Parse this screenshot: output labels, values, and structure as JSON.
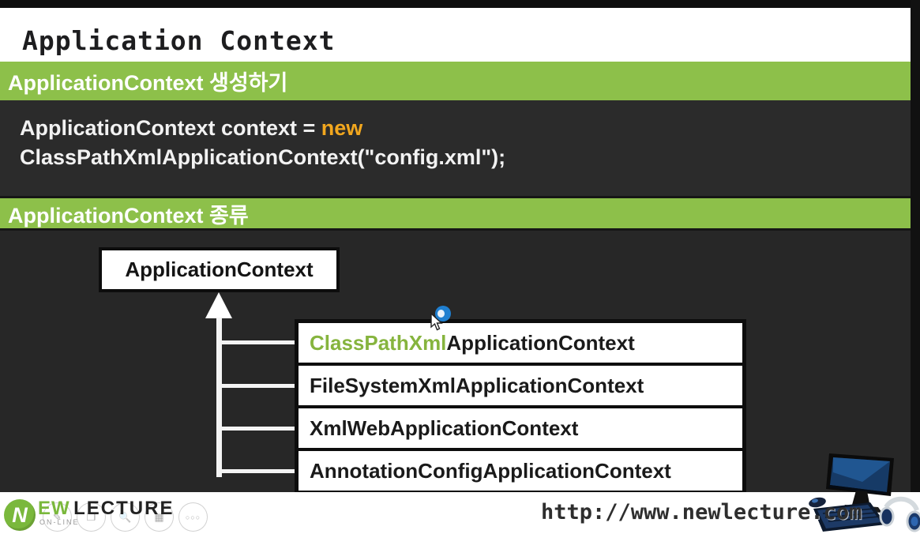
{
  "title": "Application Context",
  "sections": {
    "create": {
      "heading": "ApplicationContext 생성하기"
    },
    "kinds": {
      "heading": "ApplicationContext 종류"
    }
  },
  "code": {
    "line1_pre": "ApplicationContext context = ",
    "keyword": "new",
    "line2": "ClassPathXmlApplicationContext(\"config.xml\");"
  },
  "diagram": {
    "parent": "ApplicationContext",
    "children": [
      {
        "highlight": "ClassPathXml",
        "rest": "ApplicationContext"
      },
      {
        "highlight": "",
        "rest": "FileSystemXmlApplicationContext"
      },
      {
        "highlight": "",
        "rest": "XmlWebApplicationContext"
      },
      {
        "highlight": "",
        "rest": "AnnotationConfigApplicationContext"
      }
    ]
  },
  "footer": {
    "logo": {
      "n": "N",
      "ew": "EW",
      "lecture": "LECTURE",
      "online": "ON-LINE"
    },
    "url": "http://www.newlecture.com",
    "toolbar": [
      {
        "name": "pencil-icon",
        "glyph": "✎"
      },
      {
        "name": "pages-icon",
        "glyph": "❐"
      },
      {
        "name": "search-icon",
        "glyph": "🔍"
      },
      {
        "name": "keyboard-icon",
        "glyph": "▦"
      },
      {
        "name": "more-icon",
        "glyph": "○○○"
      }
    ]
  },
  "colors": {
    "banner_green": "#8dc04a",
    "highlight_green": "#86b43e",
    "keyword_orange": "#f2a71e",
    "dark_background": "#272727",
    "code_background": "#2b2b2b",
    "box_border": "#0d0d0d",
    "spinner_blue": "#1f7fd0"
  }
}
